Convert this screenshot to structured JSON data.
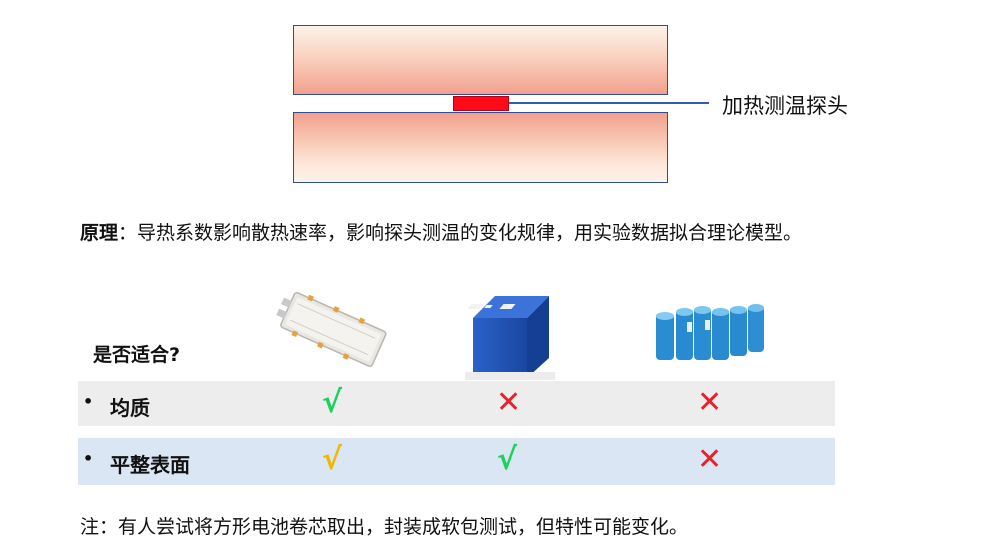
{
  "diagram": {
    "probe_label": "加热测温探头"
  },
  "principle": {
    "label": "原理",
    "separator": "：",
    "text": "导热系数影响散热速率，影响探头测温的变化规律，用实验数据拟合理论模型。"
  },
  "table": {
    "question": "是否适合?",
    "rows": [
      {
        "bullet": "•",
        "label": "均质",
        "marks": [
          "√",
          "✕",
          "✕"
        ]
      },
      {
        "bullet": "•",
        "label": "平整表面",
        "marks": [
          "√",
          "√",
          "✕"
        ]
      }
    ]
  },
  "note": "注：有人尝试将方形电池卷芯取出，封装成软包测试，但特性可能变化。",
  "colors": {
    "check": "#1ed15a",
    "check_partial": "#f2b700",
    "cross": "#e8212b",
    "probe": "#ff0b17",
    "row1_bg": "#ededed",
    "row2_bg": "#dae6f4"
  },
  "images": [
    "pouch-cell",
    "prismatic-cell",
    "cylindrical-cells"
  ]
}
